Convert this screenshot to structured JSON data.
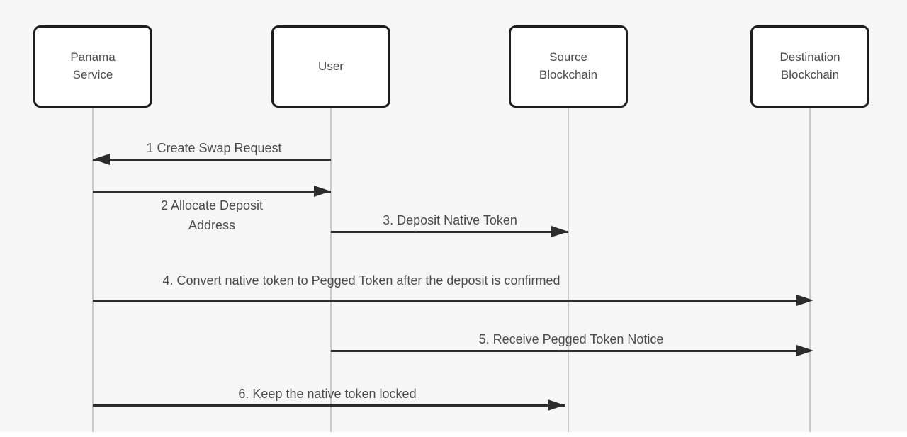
{
  "diagram": {
    "type": "sequence-diagram",
    "colors": {
      "background": "#f7f7f8",
      "box_fill": "#ffffff",
      "box_border": "#1d1d1f",
      "lifeline": "#c8c9ca",
      "arrow": "#2d2d2f",
      "text": "#4a4b4d"
    },
    "actors": [
      {
        "label": "Panama Service"
      },
      {
        "label": "User"
      },
      {
        "label": "Source Blockchain"
      },
      {
        "label": "Destination Blockchain"
      }
    ],
    "messages": [
      {
        "label": "1 Create Swap Request",
        "from": "User",
        "to": "Panama Service",
        "arrow_direction": "left"
      },
      {
        "label": "2 Allocate Deposit Address",
        "from": "Panama Service",
        "to": "User",
        "arrow_direction": "right"
      },
      {
        "label": "3. Deposit Native Token",
        "from": "User",
        "to": "Source Blockchain",
        "arrow_direction": "right"
      },
      {
        "label": "4. Convert native token to Pegged Token after the deposit is confirmed",
        "from": "Panama Service",
        "to": "Destination Blockchain",
        "arrow_direction": "right"
      },
      {
        "label": "5. Receive Pegged Token Notice",
        "from": "User",
        "to": "Destination Blockchain",
        "arrow_direction": "right"
      },
      {
        "label": "6. Keep the native token locked",
        "from": "Panama Service",
        "to": "Source Blockchain",
        "arrow_direction": "right"
      }
    ]
  }
}
